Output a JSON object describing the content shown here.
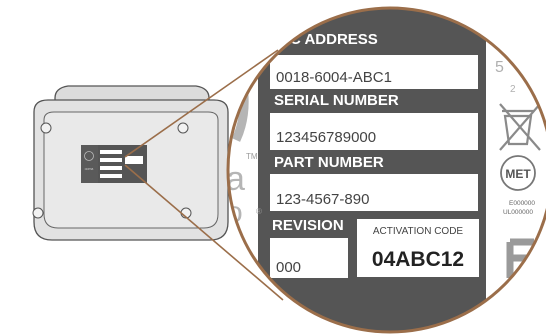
{
  "label": {
    "mac_header_partial": "C ADDRESS",
    "mac_value": "0018-6004-ABC1",
    "serial_header": "SERIAL NUMBER",
    "serial_value": "123456789000",
    "part_header": "PART NUMBER",
    "part_value": "123-4567-890",
    "revision_header": "REVISION",
    "revision_value": "000",
    "activation_header": "ACTIVATION CODE",
    "activation_value": "04ABC12"
  },
  "cert_marks": {
    "met_logo": "MET",
    "met_code_1": "E000000",
    "met_code_2": "UL000000"
  },
  "brand_fragments": {
    "tm_mark": "TM",
    "a_fragment": "a",
    "o_fragment": "o",
    "reg_mark": "®"
  },
  "device": {
    "small_label_brand": "ooma",
    "icons": [
      "device-body",
      "weee-bin-icon",
      "fcc-mark",
      "screw-hole-icon"
    ]
  },
  "colors": {
    "label_bg": "#555555",
    "field_bg": "#ffffff",
    "outline": "#444444",
    "zoom_ring": "#9b6e4a",
    "device_fill": "#e2e2e2"
  }
}
